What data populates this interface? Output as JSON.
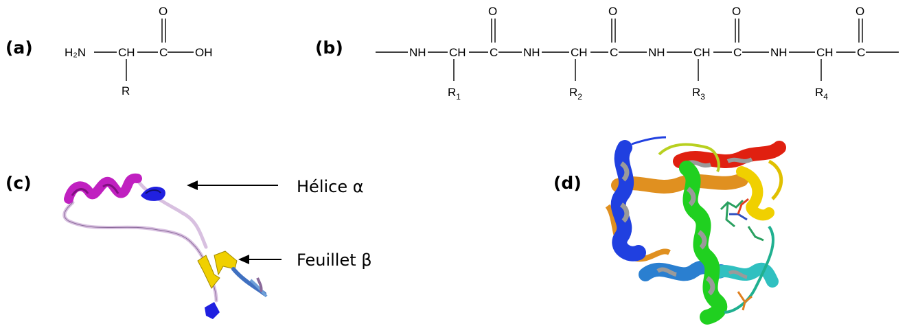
{
  "panels": {
    "a": {
      "label": "(a)"
    },
    "b": {
      "label": "(b)"
    },
    "c": {
      "label": "(c)"
    },
    "d": {
      "label": "(d)"
    }
  },
  "amino_acid": {
    "amine": "H₂N",
    "ch": "CH",
    "carbon": "C",
    "oxygen": "O",
    "hydroxyl": "OH",
    "side_chain": "R"
  },
  "peptide": {
    "nh": "NH",
    "ch": "CH",
    "carbon": "C",
    "oxygen": "O",
    "residues": [
      {
        "r": "R",
        "sub": "1"
      },
      {
        "r": "R",
        "sub": "2"
      },
      {
        "r": "R",
        "sub": "3"
      },
      {
        "r": "R",
        "sub": "4"
      }
    ]
  },
  "annotations": {
    "helix": "Hélice α",
    "sheet": "Feuillet β"
  },
  "colors": {
    "helix_magenta": "#c020c0",
    "helix_blue": "#2020e0",
    "sheet_yellow": "#f0d000",
    "coil_lilac": "#d8c0e0",
    "green": "#20d020",
    "orange": "#e09020",
    "red": "#e02010",
    "cyan": "#30c0c0",
    "grey": "#a0a0a0"
  }
}
